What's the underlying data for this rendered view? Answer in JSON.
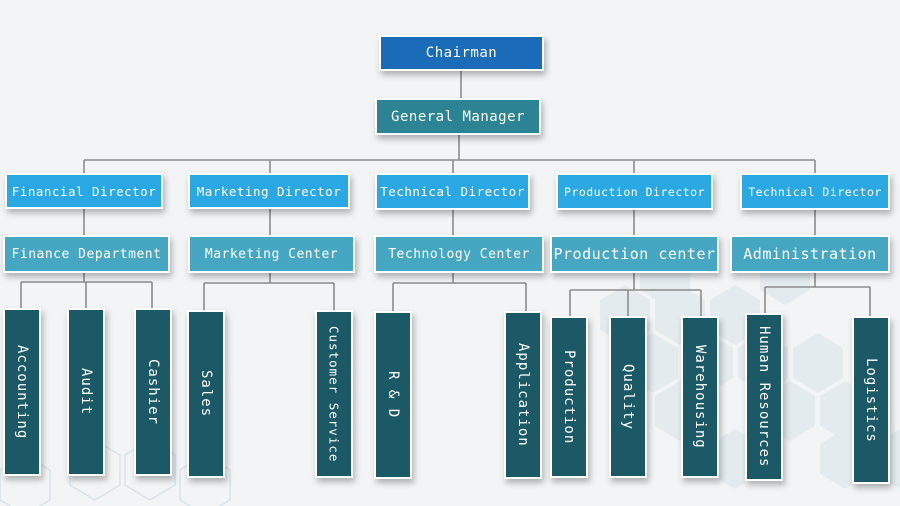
{
  "chart": {
    "chairman": "Chairman",
    "general_manager": "General Manager",
    "directors": [
      "Financial Director",
      "Marketing Director",
      "Technical Director",
      "Production Director",
      "Technical Director"
    ],
    "departments": [
      "Finance Department",
      "Marketing Center",
      "Technology Center",
      "Production center",
      "Administration"
    ],
    "units": [
      "Accounting",
      "Audit",
      "Cashier",
      "Sales",
      "Customer Service",
      "R & D",
      "Application",
      "Production",
      "Quality",
      "Warehousing",
      "Human Resources",
      "Logistics"
    ]
  },
  "colors": {
    "chairman": "#1a6bb8",
    "general_manager": "#2c8394",
    "director": "#2aa8e3",
    "department": "#46a7c2",
    "unit": "#1c5966",
    "connector": "#8c8c8c"
  }
}
